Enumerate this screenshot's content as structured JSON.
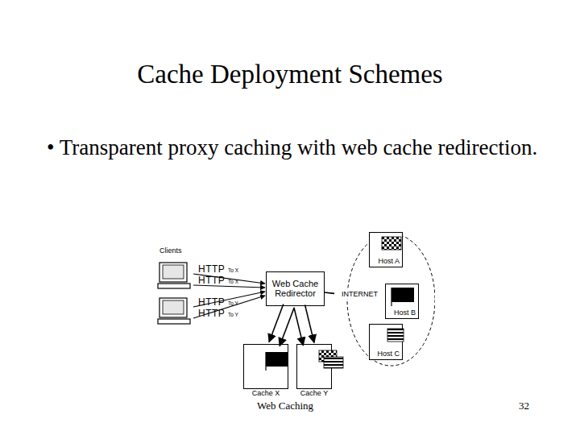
{
  "diagram": {
    "title": "Cache Deployment Schemes",
    "nodes": [
      {
        "text": [
          "Web Cache Redirector"
        ]
      },
      {
        "text": [
          "INTERNET"
        ]
      },
      {
        "text": [
          "Host A"
        ]
      },
      {
        "text": [
          "Host B"
        ]
      },
      {
        "text": [
          "Host C"
        ]
      },
      {
        "text": [
          "Cache X"
        ]
      },
      {
        "text": [
          "Cache Y"
        ]
      }
    ],
    "edges": [
      {
        "from": 0,
        "to": 5,
        "arrow": "to"
      },
      {
        "from": 0,
        "to": 5,
        "arrow": "to"
      },
      {
        "from": 0,
        "to": 6,
        "arrow": "to"
      },
      {
        "from": 0,
        "to": 6,
        "arrow": "to"
      },
      {
        "from": 0,
        "to": 1,
        "arrow": "none"
      }
    ],
    "labels": [
      "• Transparent proxy caching with web cache redirection.",
      "Clients",
      "HTTP",
      "To X",
      "HTTP",
      "To X",
      "HTTP",
      "To Y",
      "HTTP",
      "To Y",
      "Web Caching",
      "32"
    ]
  }
}
